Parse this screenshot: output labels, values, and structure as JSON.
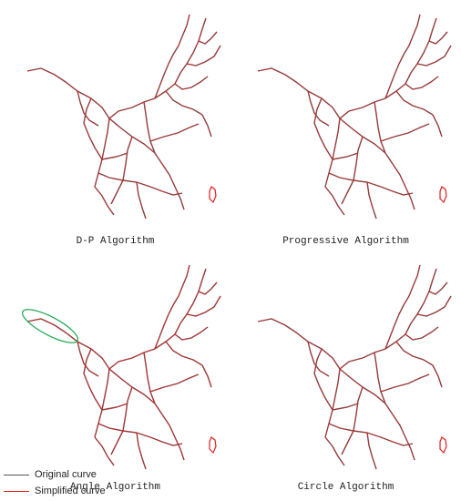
{
  "panels": [
    {
      "caption": "D-P Algorithm"
    },
    {
      "caption": "Progressive Algorithm"
    },
    {
      "caption": "Angle Algorithm"
    },
    {
      "caption": "Circle Algorithm"
    }
  ],
  "legend": {
    "original": "Original curve",
    "simplified": "Simplified  curve"
  },
  "colors": {
    "original": "#555555",
    "simplified": "#e02020",
    "highlight": "#22aa55"
  }
}
